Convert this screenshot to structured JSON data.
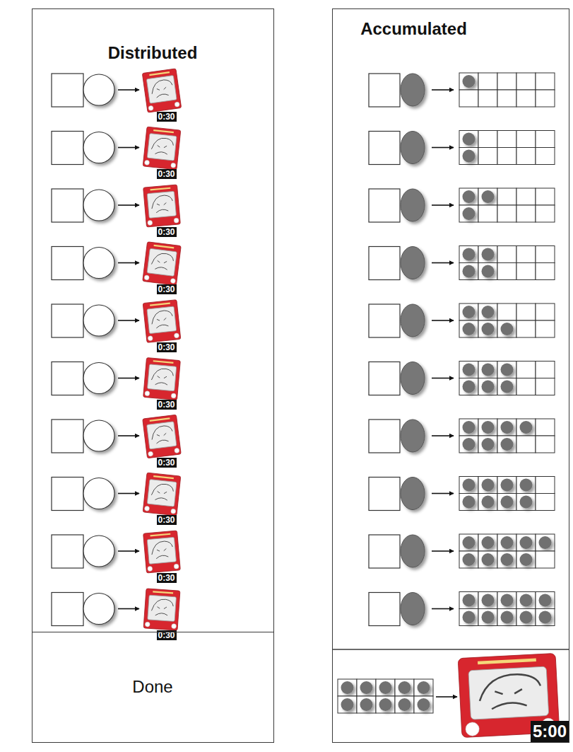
{
  "diagram": {
    "nodes": [
      {
        "text": [
          "Distributed"
        ]
      },
      {
        "text": [
          "0:30"
        ],
        "in": 0
      },
      {
        "text": [
          "0:30"
        ],
        "in": 0
      },
      {
        "text": [
          "0:30"
        ],
        "in": 0
      },
      {
        "text": [
          "0:30"
        ],
        "in": 0
      },
      {
        "text": [
          "0:30"
        ],
        "in": 0
      },
      {
        "text": [
          "0:30"
        ],
        "in": 0
      },
      {
        "text": [
          "0:30"
        ],
        "in": 0
      },
      {
        "text": [
          "0:30"
        ],
        "in": 0
      },
      {
        "text": [
          "0:30"
        ],
        "in": 0
      },
      {
        "text": [
          "0:30"
        ],
        "in": 0
      },
      {
        "text": [
          "Done"
        ],
        "in": 0
      },
      {
        "text": [
          "Accumulated"
        ]
      },
      {
        "text": [
          "5:00"
        ],
        "in": 12
      }
    ]
  }
}
